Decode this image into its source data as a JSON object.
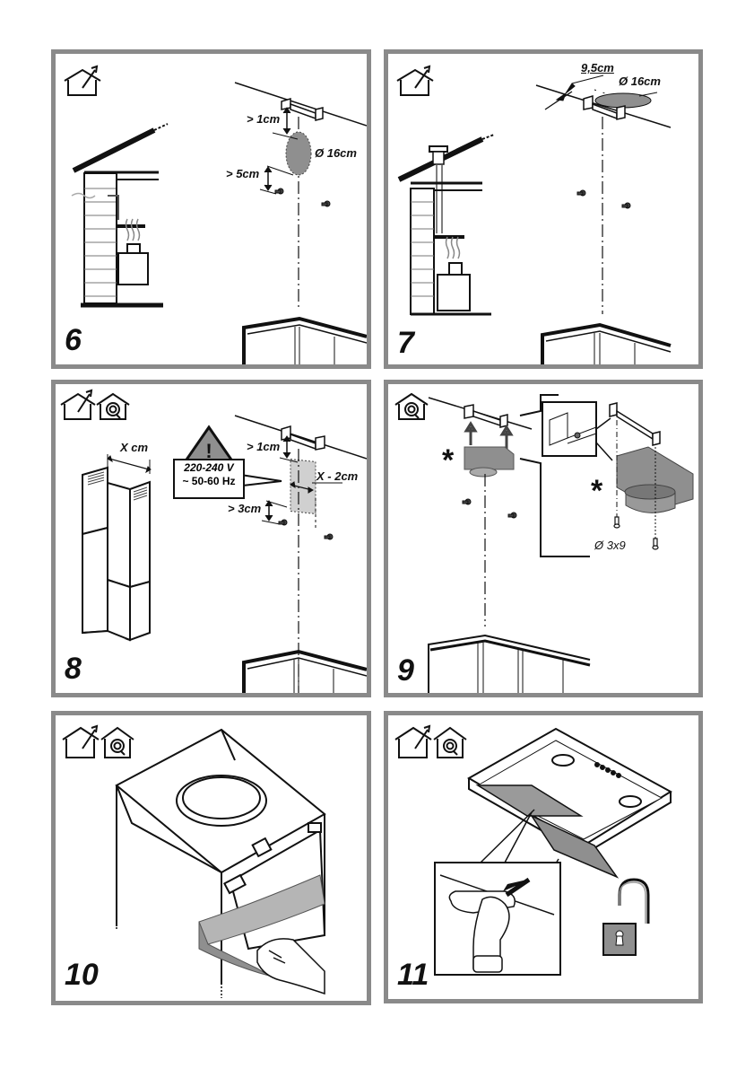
{
  "page": {
    "type": "installation-instructions",
    "colors": {
      "panel_border": "#8a8a8a",
      "fill_gray": "#8f8f8f",
      "light_gray": "#d0d0d0",
      "ink": "#111111"
    }
  },
  "panels": [
    {
      "step": "6",
      "mode_icons": [
        "ducted-extraction-icon"
      ],
      "labels": {
        "top_clearance": "> 1cm",
        "duct_diameter": "Ø 16cm",
        "screw_clearance": "> 5cm"
      }
    },
    {
      "step": "7",
      "mode_icons": [
        "ducted-extraction-icon"
      ],
      "labels": {
        "offset": "9,5cm",
        "duct_diameter": "Ø 16cm"
      }
    },
    {
      "step": "8",
      "mode_icons": [
        "ducted-extraction-icon",
        "recirculation-icon"
      ],
      "labels": {
        "chimney_width": "X cm",
        "top_clearance": "> 1cm",
        "socket_width": "X - 2cm",
        "screw_clearance": "> 3cm",
        "voltage": "220-240 V",
        "frequency": "~ 50-60 Hz",
        "warning_symbol": "!"
      }
    },
    {
      "step": "9",
      "mode_icons": [
        "recirculation-icon"
      ],
      "labels": {
        "asterisk_left": "*",
        "asterisk_right": "*",
        "screw_size": "Ø 3x9"
      }
    },
    {
      "step": "10",
      "mode_icons": [
        "ducted-extraction-icon",
        "recirculation-icon"
      ],
      "labels": {}
    },
    {
      "step": "11",
      "mode_icons": [
        "ducted-extraction-icon",
        "recirculation-icon"
      ],
      "labels": {
        "unlock_symbol": "unlock-padlock-icon"
      }
    }
  ]
}
